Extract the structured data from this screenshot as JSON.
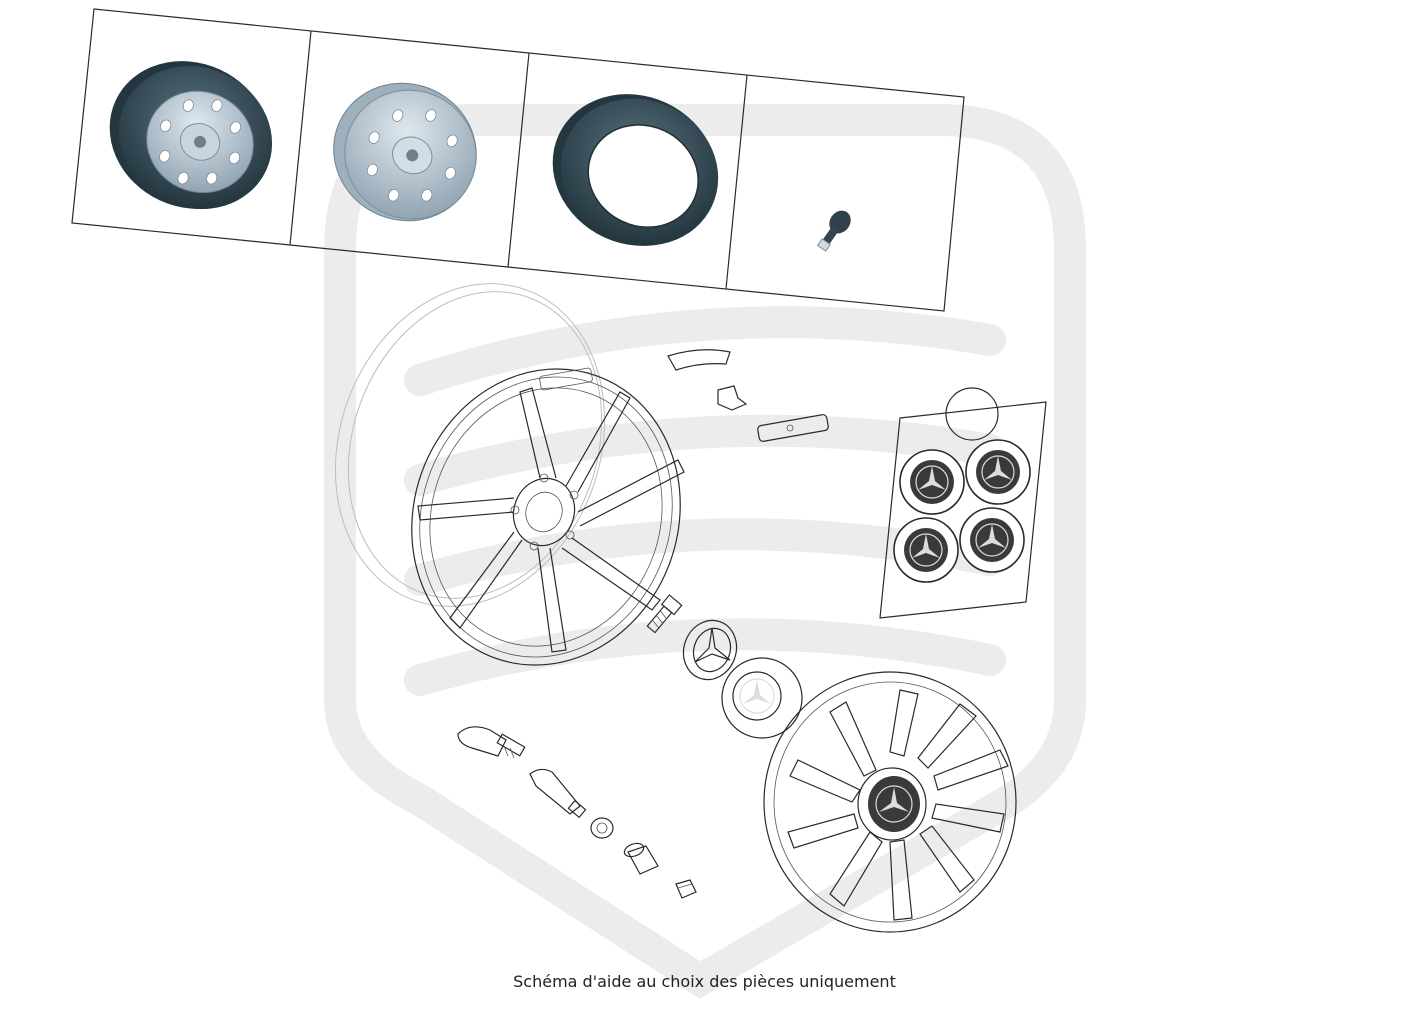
{
  "caption": "Schéma d'aide au choix des pièces uniquement",
  "colors": {
    "tire": "#3e5560",
    "tire_dark": "#253840",
    "rim": "#b9c7d2",
    "rim_dark": "#8799a6",
    "line": "#2a2a2a",
    "watermark": "#ececec"
  },
  "parts": [
    {
      "name": "spare-wheel-assembly",
      "icon": "wheel-with-tire-icon"
    },
    {
      "name": "steel-rim",
      "icon": "steel-rim-icon"
    },
    {
      "name": "tire",
      "icon": "tire-icon"
    },
    {
      "name": "rubber-valve",
      "icon": "valve-icon"
    },
    {
      "name": "alloy-wheel",
      "icon": "alloy-wheel-icon"
    },
    {
      "name": "balance-weights",
      "icon": "balance-weight-icon"
    },
    {
      "name": "hub-cap-set",
      "icon": "hub-cap-set-icon"
    },
    {
      "name": "wheel-bolt",
      "icon": "wheel-bolt-icon"
    },
    {
      "name": "center-cap",
      "icon": "center-cap-icon"
    },
    {
      "name": "center-cap-flat",
      "icon": "flat-center-cap-icon"
    },
    {
      "name": "wheel-cover",
      "icon": "wheel-cover-icon"
    },
    {
      "name": "tpms-sensor",
      "icon": "tpms-sensor-icon"
    },
    {
      "name": "valve-stem",
      "icon": "valve-stem-icon"
    },
    {
      "name": "valve-nut",
      "icon": "valve-nut-icon"
    },
    {
      "name": "valve-cap",
      "icon": "valve-cap-icon"
    }
  ]
}
